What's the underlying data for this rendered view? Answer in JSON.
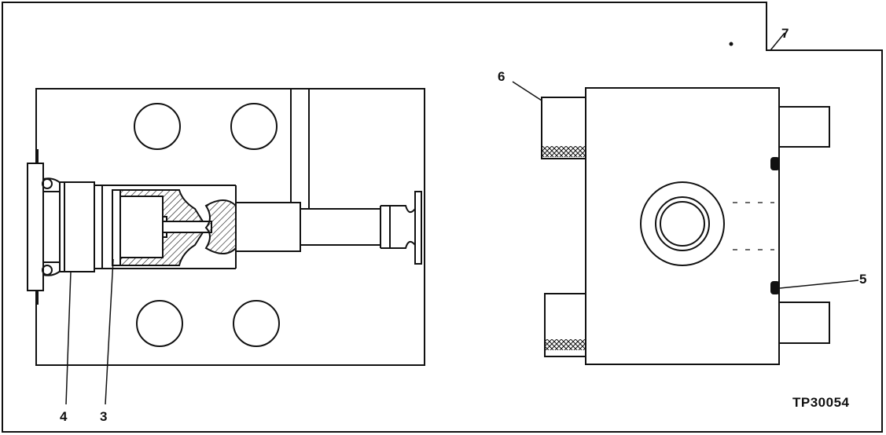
{
  "figure": {
    "id_code": "TP30054",
    "callouts": {
      "c3": "3",
      "c4": "4",
      "c5": "5",
      "c6": "6",
      "c7": "7"
    },
    "colors": {
      "ink": "#111111",
      "paper": "#ffffff"
    }
  }
}
